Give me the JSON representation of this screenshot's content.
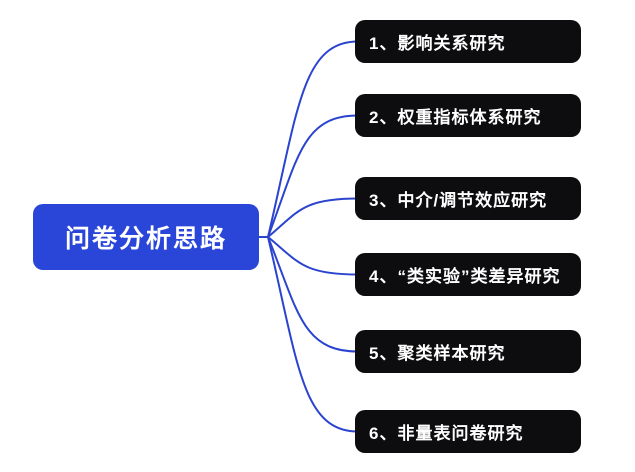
{
  "root": {
    "label": "问卷分析思路",
    "fill": "#2a46d9",
    "text_color": "#ffffff"
  },
  "branches": [
    {
      "label": "1、影响关系研究"
    },
    {
      "label": "2、权重指标体系研究"
    },
    {
      "label": "3、中介/调节效应研究"
    },
    {
      "label": "4、“类实验”类差异研究"
    },
    {
      "label": "5、聚类样本研究"
    },
    {
      "label": "6、非量表问卷研究"
    }
  ],
  "branch_style": {
    "fill": "#0d0d0f",
    "text_color": "#ffffff"
  },
  "connector": {
    "color": "#2b44d0"
  }
}
